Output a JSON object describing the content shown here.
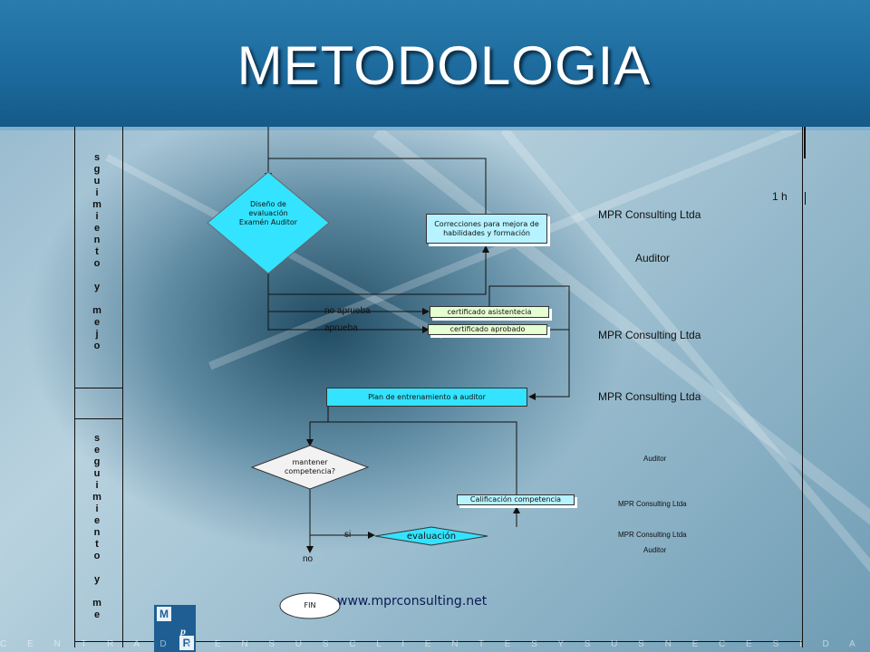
{
  "slide": {
    "title": "METODOLOGIA",
    "website": "www.mprconsulting.net",
    "footer_strip": "C E N T R A D O   E N   S U S   C L I E N T E S   Y   S U S   N E C E S I D A D E S"
  },
  "lanes": {
    "lane1_text": "s\ng\nu\ni\nm\ni\ne\nn\nt\no\n \ny\n \nm\ne\nj\no",
    "lane2_text": "s\ne\ng\nu\ni\nm\ni\ne\nn\nt\no\n \ny\n \nm\ne"
  },
  "flow": {
    "diseno": "Diseño de\nevaluación\nExamén Auditor",
    "correcciones": "Correcciones para mejora de\nhabilidades y formación",
    "no_aprueba": "no aprueba",
    "aprueba": "aprueba",
    "cert_asistencia": "certificado asistentecia",
    "cert_aprobado": "certificado aprobado",
    "plan": "Plan de entrenamiento a auditor",
    "mantener": "mantener\ncompetencia?",
    "calificacion": "Calificación competencia",
    "si": "si",
    "evaluacion": "evaluación",
    "no": "no",
    "fin": "FIN"
  },
  "responsibles": {
    "time": "1 h",
    "r1": "MPR Consulting Ltda",
    "r2": "Auditor",
    "r3": "MPR Consulting Ltda",
    "r4": "MPR Consulting Ltda",
    "r5": "Auditor",
    "r6": "MPR Consulting Ltda",
    "r7": "MPR Consulting Ltda",
    "r8": "Auditor"
  },
  "logo": {
    "l1": "M",
    "l2": "p",
    "l3": "R"
  },
  "colors": {
    "header": "#1d6b9e",
    "shape_fill": "#33e3ff",
    "box_fill": "#b6f2ff",
    "cert_fill": "#e6ffd2"
  }
}
